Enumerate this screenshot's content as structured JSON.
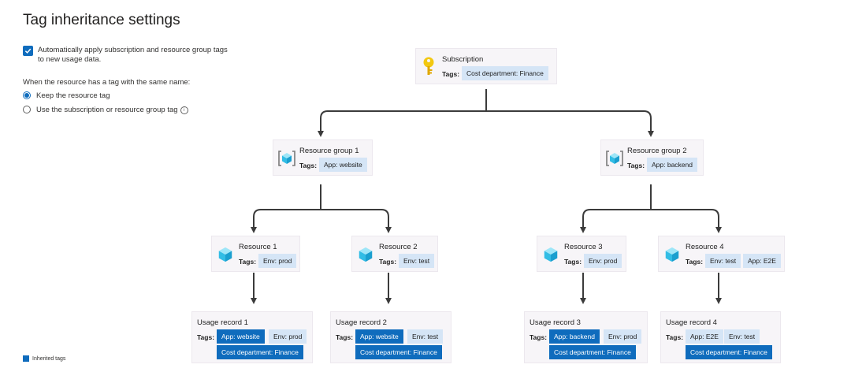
{
  "title": "Tag inheritance settings",
  "auto_apply_label": "Automatically apply subscription and resource group tags to new usage data.",
  "question": "When the resource has a tag with the same name:",
  "radio_keep": "Keep the resource tag",
  "radio_use": "Use the subscription or resource group tag",
  "legend_label": "Inherited tags",
  "tags_label": "Tags:",
  "colors": {
    "accent": "#0f6cbd",
    "tag_bg": "#d5e5f6",
    "node_bg": "#f7f5f8"
  },
  "subscription": {
    "name": "Subscription",
    "tags": [
      "Cost department: Finance"
    ]
  },
  "rg1": {
    "name": "Resource group 1",
    "tags": [
      "App: website"
    ]
  },
  "rg2": {
    "name": "Resource group 2",
    "tags": [
      "App: backend"
    ]
  },
  "r1": {
    "name": "Resource 1",
    "tags": [
      "Env: prod"
    ]
  },
  "r2": {
    "name": "Resource 2",
    "tags": [
      "Env: test"
    ]
  },
  "r3": {
    "name": "Resource 3",
    "tags": [
      "Env: prod"
    ]
  },
  "r4": {
    "name": "Resource 4",
    "tags": [
      "Env: test",
      "App: E2E"
    ]
  },
  "u1": {
    "name": "Usage record 1",
    "tags": [
      "App: website",
      "Env: prod",
      "Cost department: Finance"
    ]
  },
  "u2": {
    "name": "Usage record 2",
    "tags": [
      "App: website",
      "Env: test",
      "Cost department: Finance"
    ]
  },
  "u3": {
    "name": "Usage record 3",
    "tags": [
      "App: backend",
      "Env: prod",
      "Cost department: Finance"
    ]
  },
  "u4": {
    "name": "Usage record 4",
    "tags": [
      "App: E2E",
      "Env: test",
      "Cost department: Finance"
    ]
  }
}
